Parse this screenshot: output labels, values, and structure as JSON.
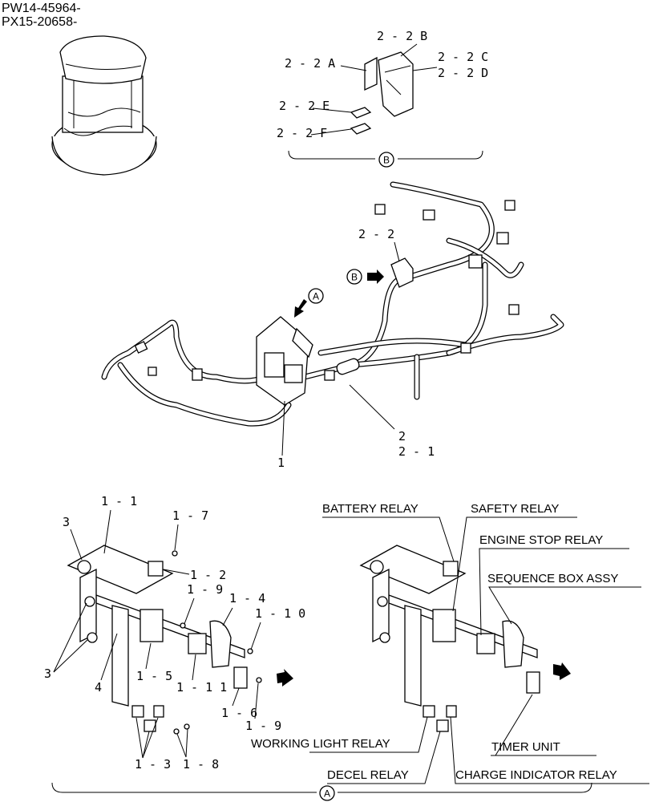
{
  "header": {
    "serial_1": "PW14-45964-",
    "serial_2": "PX15-20658-"
  },
  "detail_b": {
    "marker": "B",
    "callouts": {
      "c_2_2_b": "2 - 2 B",
      "c_2_2_a": "2 - 2 A",
      "c_2_2_c": "2 - 2 C",
      "c_2_2_d": "2 - 2 D",
      "c_2_2_e": "2 - 2 E",
      "c_2_2_f": "2 - 2 F"
    }
  },
  "harness": {
    "c_2_2": "2 - 2",
    "marker_b": "B",
    "marker_a": "A",
    "c_2": "2",
    "c_2_1": "2 - 1",
    "c_1": "1"
  },
  "bracket_left": {
    "c_1_1": "1 - 1",
    "c_3_top": "3",
    "c_1_7": "1 - 7",
    "c_1_2": "1 - 2",
    "c_1_9_top": "1 - 9",
    "c_1_4": "1 - 4",
    "c_1_10": "1 - 1 0",
    "c_3_left": "3",
    "c_4": "4",
    "c_1_5": "1 - 5",
    "c_1_11": "1 - 1 1",
    "c_1_6": "1 - 6",
    "c_1_9_bottom": "1 - 9",
    "c_1_3": "1 - 3",
    "c_1_8": "1 - 8"
  },
  "bracket_right": {
    "battery_relay": "BATTERY RELAY",
    "safety_relay": "SAFETY RELAY",
    "engine_stop_relay": "ENGINE STOP RELAY",
    "sequence_box_assy": "SEQUENCE BOX ASSY",
    "working_light_relay": "WORKING LIGHT RELAY",
    "timer_unit": "TIMER UNIT",
    "decel_relay": "DECEL RELAY",
    "charge_indicator_relay": "CHARGE INDICATOR RELAY"
  },
  "detail_a": {
    "marker": "A"
  }
}
